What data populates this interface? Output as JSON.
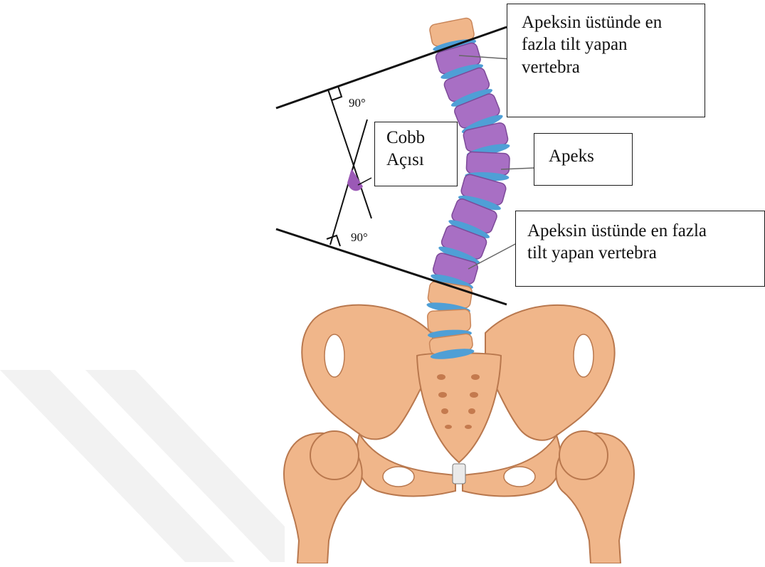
{
  "figure": {
    "angle_mark_top": "90°",
    "angle_mark_bottom": "90°"
  },
  "labels": {
    "top_vertebra": [
      "Apeksin üstünde en",
      "fazla tilt yapan",
      "vertebra"
    ],
    "cobb_angle": [
      "Cobb",
      "Açısı"
    ],
    "apex": [
      "Apeks"
    ],
    "bottom_vertebra": [
      "Apeksin üstünde en fazla",
      "tilt yapan vertebra"
    ]
  },
  "colors": {
    "bone": "#f0b68a",
    "bone_shadow": "#c9865a",
    "vertebra": "#a86fc4",
    "vertebra_dark": "#7d4a99",
    "disc": "#4f9fd6",
    "line": "#111111",
    "angle_fill": "#9b59b6",
    "watermark": "#f1f1f1"
  }
}
